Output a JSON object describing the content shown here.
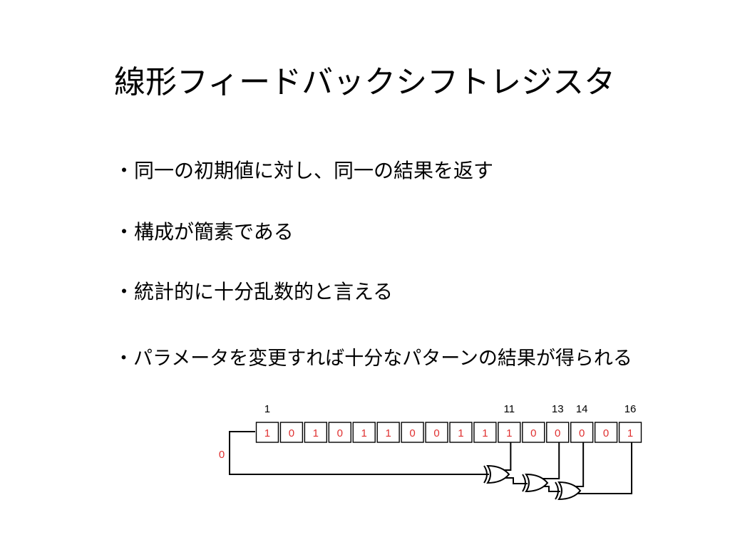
{
  "slide": {
    "title": "線形フィードバックシフトレジスタ",
    "bullets": [
      "・同一の初期値に対し、同一の結果を返す",
      "・構成が簡素である",
      "・統計的に十分乱数的と言える",
      "・パラメータを変更すれば十分なパターンの結果が得られる"
    ]
  },
  "diagram": {
    "register_bits": [
      1,
      0,
      1,
      0,
      1,
      1,
      0,
      0,
      1,
      1,
      1,
      0,
      0,
      0,
      0,
      1
    ],
    "position_labels": [
      {
        "bit": 1,
        "label": "1"
      },
      {
        "bit": 11,
        "label": "11"
      },
      {
        "bit": 13,
        "label": "13"
      },
      {
        "bit": 14,
        "label": "14"
      },
      {
        "bit": 16,
        "label": "16"
      }
    ],
    "tap_bits": [
      11,
      13,
      14,
      16
    ],
    "feedback_value": "0",
    "colors": {
      "bit_text": "#e03030",
      "feedback_text": "#e03030",
      "lines": "#000000",
      "cell_border": "#000000"
    }
  }
}
